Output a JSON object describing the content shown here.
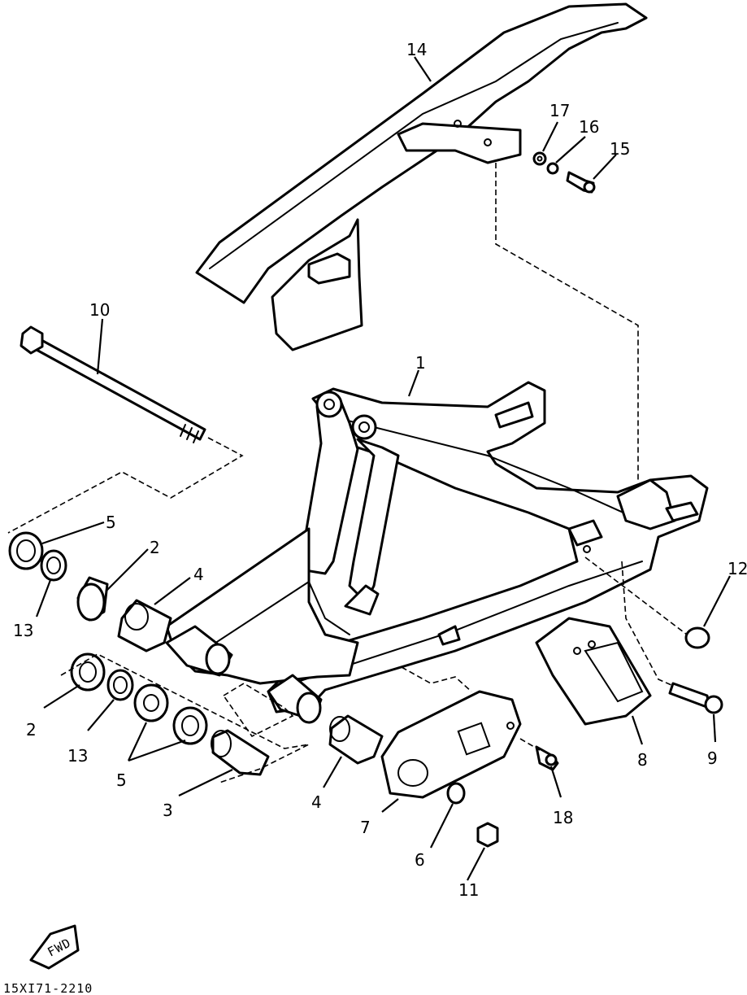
{
  "diagram": {
    "title": "",
    "callouts": [
      "14",
      "17",
      "16",
      "15",
      "10",
      "1",
      "5",
      "2",
      "4",
      "12",
      "13",
      "2",
      "13",
      "5",
      "3",
      "4",
      "7",
      "6",
      "11",
      "18",
      "8",
      "9"
    ],
    "drawing_code": "15XI71-2210",
    "direction_mark": "FWD"
  },
  "colors": {
    "ink": "#000000",
    "paper": "#ffffff"
  }
}
